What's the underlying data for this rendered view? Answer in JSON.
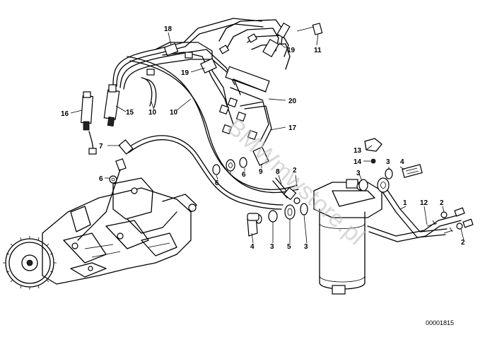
{
  "watermark": "BMWmwstore.pl",
  "reference_code": "00001815",
  "callouts": {
    "c18": "18",
    "c11": "11",
    "c19a": "19",
    "c19b": "19",
    "c20": "20",
    "c10a": "10",
    "c10b": "10",
    "c15": "15",
    "c16": "16",
    "c17": "17",
    "c13": "13",
    "c14": "14",
    "c3a": "3",
    "c4a": "4",
    "c7": "7",
    "c6a": "6",
    "c6b": "6",
    "c6c": "6",
    "c9": "9",
    "c8": "8",
    "c2a": "2",
    "c3b": "3",
    "c1": "1",
    "c12": "12",
    "c2b": "2",
    "c2c": "2",
    "c4b": "4",
    "c3c": "3",
    "c5": "5",
    "c3d": "3"
  }
}
